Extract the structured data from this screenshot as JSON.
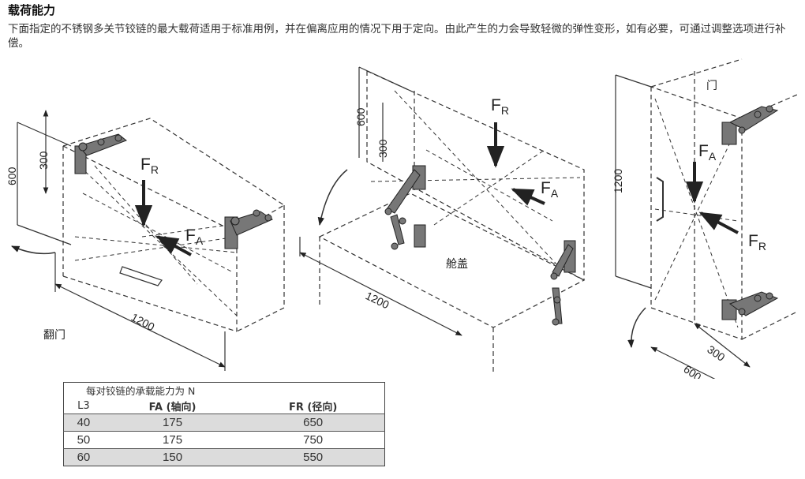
{
  "heading": "载荷能力",
  "description": "下面指定的不锈钢多关节铰链的最大载荷适用于标准用例，并在偏离应用的情况下用于定向。由此产生的力会导致轻微的弹性变形，如有必要，可通过调整选项进行补偿。",
  "figure_left": {
    "label": "翻门",
    "dim_width": "1200",
    "dim_height": "600",
    "dim_offset": "300"
  },
  "figure_middle": {
    "label": "舱盖",
    "dim_width": "1200",
    "dim_height": "600",
    "dim_offset": "300"
  },
  "figure_right": {
    "label": "门",
    "dim_height": "1200",
    "dim_width": "600",
    "dim_offset": "300"
  },
  "force_labels": {
    "fa_letter": "F",
    "fa_sub": "A",
    "fr_letter": "F",
    "fr_sub": "R"
  },
  "table": {
    "caption": "每对铰链的承载能力为 N",
    "headers": [
      "L3",
      "FA (轴向)",
      "FR (径向)"
    ],
    "rows": [
      [
        "40",
        "175",
        "650"
      ],
      [
        "50",
        "175",
        "750"
      ],
      [
        "60",
        "150",
        "550"
      ]
    ]
  }
}
